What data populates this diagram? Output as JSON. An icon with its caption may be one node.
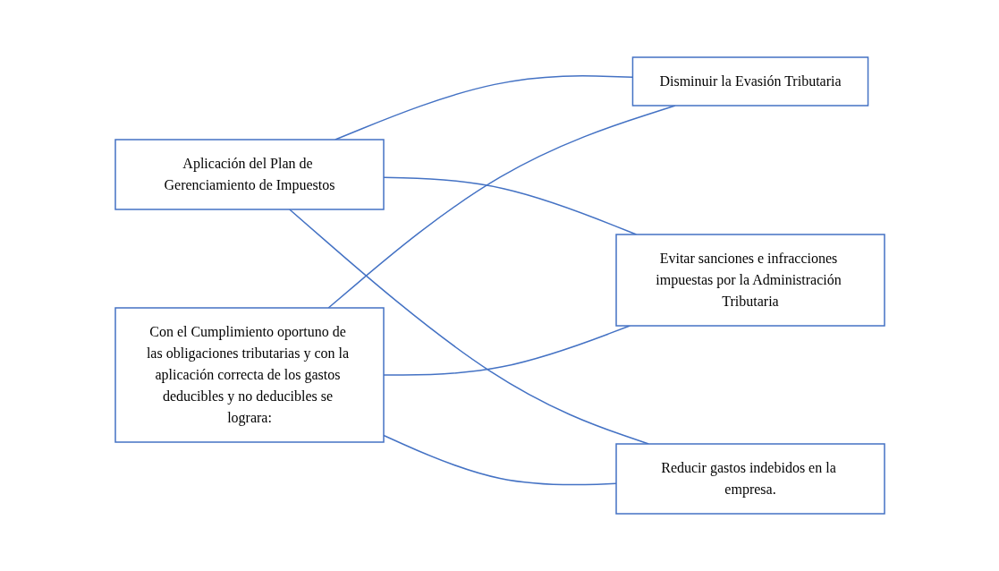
{
  "diagram": {
    "nodes": [
      {
        "text": [
          "Aplicación del Plan de Gerenciamiento de Impuestos"
        ]
      },
      {
        "text": [
          "Con el Cumplimiento oportuno de las obligaciones tributarias y con la aplicación correcta de los gastos deducibles y no deducibles se lograra:"
        ]
      },
      {
        "text": [
          "Disminuir la Evasión Tributaria"
        ]
      },
      {
        "text": [
          "Evitar sanciones e infracciones impuestas por la Administración Tributaria"
        ]
      },
      {
        "text": [
          "Reducir gastos indebidos en la empresa."
        ]
      }
    ],
    "edges": [
      {
        "from": 0,
        "to": 2,
        "arrow": "none"
      },
      {
        "from": 0,
        "to": 3,
        "arrow": "none"
      },
      {
        "from": 0,
        "to": 4,
        "arrow": "none"
      },
      {
        "from": 1,
        "to": 2,
        "arrow": "none"
      },
      {
        "from": 1,
        "to": 3,
        "arrow": "none"
      },
      {
        "from": 1,
        "to": 4,
        "arrow": "none"
      }
    ]
  }
}
